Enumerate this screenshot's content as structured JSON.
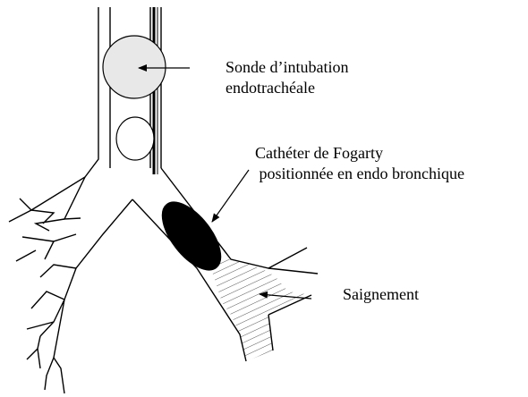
{
  "colors": {
    "line": "#000000",
    "cuff_fill": "#e8e8e8",
    "balloon_fill": "#000000",
    "background": "#ffffff"
  },
  "labels": {
    "sonde": {
      "line1": "Sonde d’intubation",
      "line2": "endotrachéale"
    },
    "catheter": {
      "line1": "Cathéter de Fogarty",
      "line2": " positionnée en endo bronchique"
    },
    "saignement": {
      "line1": "Saignement"
    }
  }
}
